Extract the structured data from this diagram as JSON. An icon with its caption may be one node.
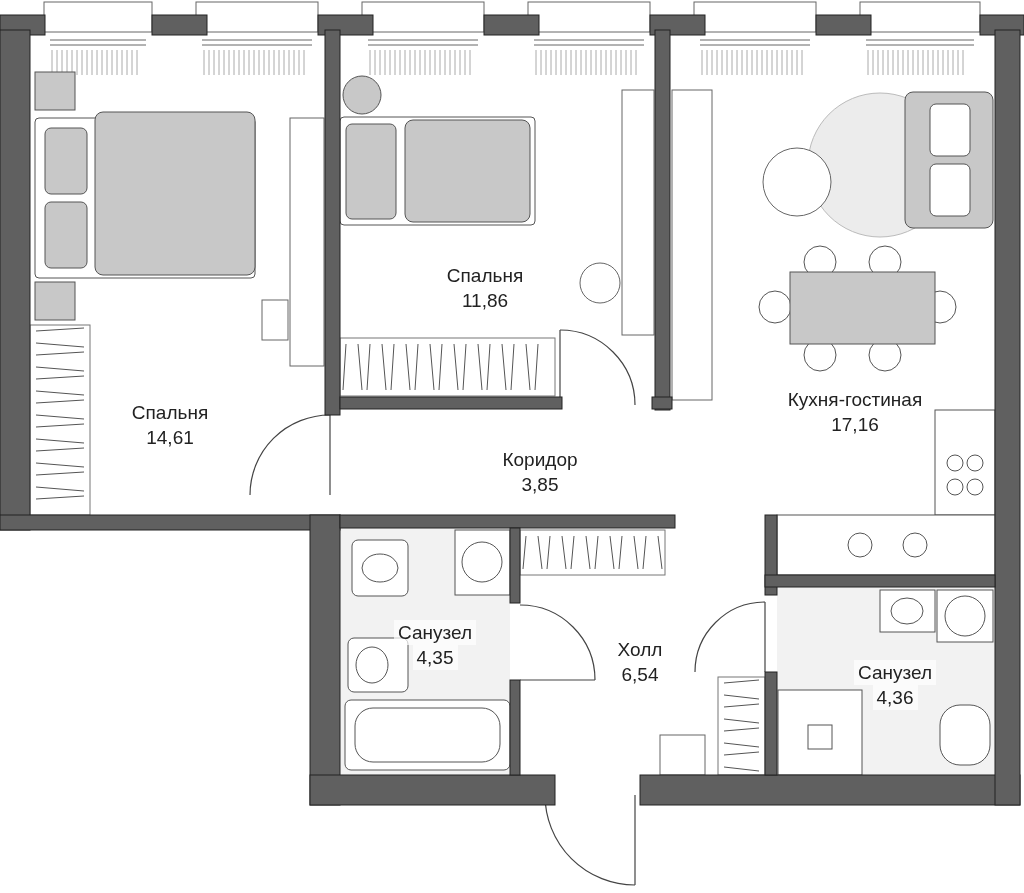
{
  "diagram": {
    "nodes": [
      {
        "text": [
          "Спальня",
          "14,61"
        ]
      },
      {
        "text": [
          "Спальня",
          "11,86"
        ]
      },
      {
        "text": [
          "Кухня-гостиная",
          "17,16"
        ]
      },
      {
        "text": [
          "Коридор",
          "3,85"
        ]
      },
      {
        "text": [
          "Санузел",
          "4,35"
        ]
      },
      {
        "text": [
          "Холл",
          "6,54"
        ]
      },
      {
        "text": [
          "Санузел",
          "4,36"
        ]
      }
    ]
  }
}
